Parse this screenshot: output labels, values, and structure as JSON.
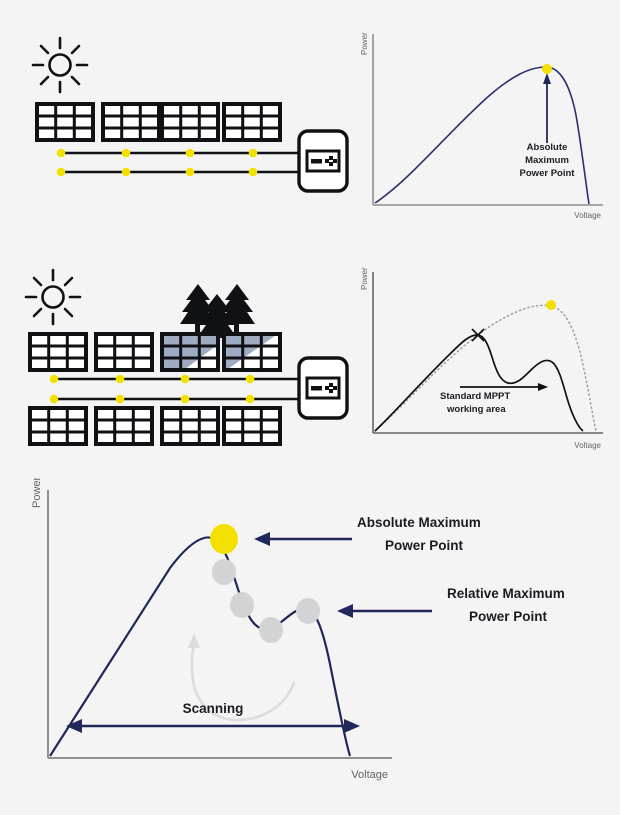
{
  "meta": {
    "background": "#f4f4f5",
    "accent_yellow": "#f2e100",
    "navy": "#22275b",
    "black": "#101114",
    "gray_dot": "#d2d3d5",
    "gray_axis": "#8e9094",
    "shade_blue": "#8e9cb6"
  },
  "panels": [
    {
      "id": "panel-uniform-irradiance",
      "icons": {
        "sun": "sun-icon",
        "trees": null
      },
      "module_rows": 2,
      "modules_per_row": 4,
      "module_cells": {
        "cols": 3,
        "rows": 3
      },
      "shaded_modules": [],
      "string_dots_per_line": 4,
      "string_lines": 2,
      "inverter": {
        "label": "inverter-icon",
        "display": "display-icon"
      }
    },
    {
      "id": "panel-partial-shading",
      "icons": {
        "sun": "sun-icon",
        "trees": "trees-icon"
      },
      "module_rows": 2,
      "modules_per_row": 4,
      "module_cells": {
        "cols": 3,
        "rows": 3
      },
      "shaded_modules": [
        3,
        4
      ],
      "string_dots_per_line": 4,
      "string_lines": 2,
      "inverter": {
        "label": "inverter-icon",
        "display": "display-icon"
      }
    }
  ],
  "charts": [
    {
      "id": "chart-uniform",
      "axis": {
        "ylabel": "Power",
        "xlabel": "Voltage"
      },
      "annotations": [
        {
          "id": "absolute-max-1",
          "lines": [
            "Absolute",
            "Maximum",
            "Power Point"
          ]
        }
      ],
      "markers": [
        {
          "type": "yellow-dot",
          "label": "absolute-maximum-power-point"
        }
      ]
    },
    {
      "id": "chart-shaded",
      "axis": {
        "ylabel": "Power",
        "xlabel": "Voltage"
      },
      "annotations": [
        {
          "id": "mppt-area",
          "lines": [
            "Standard MPPT",
            "working area"
          ]
        }
      ],
      "markers": [
        {
          "type": "x-mark",
          "label": "local-maximum-found"
        },
        {
          "type": "yellow-dot",
          "label": "true-absolute-maximum"
        }
      ]
    },
    {
      "id": "chart-scanning",
      "axis": {
        "ylabel": "Power",
        "xlabel": "Voltage"
      },
      "annotations": [
        {
          "id": "absolute-max-2",
          "lines": [
            "Absolute Maximum",
            "Power Point"
          ]
        },
        {
          "id": "relative-max",
          "lines": [
            "Relative Maximum",
            "Power Point"
          ]
        },
        {
          "id": "scanning",
          "lines": [
            "Scanning"
          ]
        }
      ],
      "markers": [
        {
          "type": "yellow-dot",
          "label": "absolute-maximum-power-point"
        },
        {
          "type": "gray-dot",
          "label": "scan-step-1"
        },
        {
          "type": "gray-dot",
          "label": "scan-step-2"
        },
        {
          "type": "gray-dot",
          "label": "scan-step-3"
        },
        {
          "type": "gray-dot",
          "label": "scan-step-4"
        }
      ]
    }
  ],
  "chart_data": [
    {
      "type": "line",
      "id": "chart-uniform",
      "title": "",
      "xlabel": "Voltage",
      "ylabel": "Power",
      "grid": false,
      "legend": null,
      "xlim": [
        0,
        100
      ],
      "ylim": [
        0,
        100
      ],
      "series": [
        {
          "name": "P-V curve (uniform irradiance)",
          "style": "solid",
          "color": "#2b2f72",
          "x": [
            0,
            8,
            18,
            30,
            42,
            54,
            64,
            72,
            78,
            83,
            86,
            89,
            92,
            95,
            97,
            99,
            100
          ],
          "y": [
            0,
            16,
            34,
            54,
            70,
            82,
            89,
            93,
            95,
            96,
            95,
            92,
            85,
            70,
            50,
            25,
            0
          ]
        }
      ],
      "annotations": [
        {
          "text": "Absolute Maximum Power Point",
          "x": 83,
          "y": 96,
          "marker": "yellow-dot"
        }
      ]
    },
    {
      "type": "line",
      "id": "chart-shaded",
      "title": "",
      "xlabel": "Voltage",
      "ylabel": "Power",
      "grid": false,
      "legend": null,
      "xlim": [
        0,
        100
      ],
      "ylim": [
        0,
        100
      ],
      "series": [
        {
          "name": "P-V curve (partial shading)",
          "style": "solid",
          "color": "#101114",
          "x": [
            0,
            12,
            24,
            36,
            46,
            52,
            56,
            60,
            64,
            68,
            72,
            76,
            80,
            84,
            88,
            92,
            96,
            100
          ],
          "y": [
            0,
            16,
            33,
            50,
            61,
            64,
            62,
            54,
            45,
            42,
            45,
            52,
            57,
            58,
            52,
            38,
            20,
            2
          ]
        },
        {
          "name": "Unshaded reference curve",
          "style": "dotted",
          "color": "#9a9c9f",
          "x": [
            0,
            20,
            40,
            55,
            65,
            72,
            78,
            82,
            86,
            90,
            94,
            97,
            100
          ],
          "y": [
            0,
            36,
            63,
            78,
            86,
            90,
            92,
            91,
            87,
            78,
            60,
            35,
            2
          ]
        }
      ],
      "annotations": [
        {
          "text": "Standard MPPT working area",
          "x": 42,
          "y": 28,
          "marker": "arrow-right"
        },
        {
          "text": "local maximum found by MPPT",
          "x": 52,
          "y": 64,
          "marker": "x-mark"
        },
        {
          "text": "true absolute maximum",
          "x": 82,
          "y": 91,
          "marker": "yellow-dot"
        }
      ]
    },
    {
      "type": "line",
      "id": "chart-scanning",
      "title": "",
      "xlabel": "Voltage",
      "ylabel": "Power",
      "grid": false,
      "legend": null,
      "xlim": [
        0,
        100
      ],
      "ylim": [
        0,
        100
      ],
      "series": [
        {
          "name": "P-V curve (scanning)",
          "style": "solid",
          "color": "#22275b",
          "x": [
            0,
            10,
            22,
            34,
            42,
            48,
            52,
            56,
            60,
            64,
            68,
            72,
            76,
            80,
            84,
            88,
            92,
            96,
            100
          ],
          "y": [
            0,
            22,
            46,
            70,
            84,
            92,
            90,
            80,
            68,
            58,
            52,
            50,
            55,
            62,
            64,
            58,
            42,
            22,
            2
          ]
        }
      ],
      "annotations": [
        {
          "text": "Absolute Maximum Power Point",
          "x": 48,
          "y": 92,
          "marker": "yellow-dot"
        },
        {
          "text": "Relative Maximum Power Point",
          "x": 84,
          "y": 64,
          "marker": "gray-dot"
        },
        {
          "text": "Scanning",
          "x": 45,
          "y": 10,
          "marker": "double-arrow"
        }
      ],
      "scan_points": [
        {
          "x": 48,
          "y": 92,
          "color": "#f2e100"
        },
        {
          "x": 56,
          "y": 80,
          "color": "#d2d3d5"
        },
        {
          "x": 64,
          "y": 58,
          "color": "#d2d3d5"
        },
        {
          "x": 72,
          "y": 50,
          "color": "#d2d3d5"
        },
        {
          "x": 84,
          "y": 64,
          "color": "#d2d3d5"
        }
      ]
    }
  ],
  "labels": {
    "power": "Power",
    "voltage": "Voltage",
    "abs_max_l1": "Absolute",
    "abs_max_l2": "Maximum",
    "abs_max_l3": "Power Point",
    "mppt_l1": "Standard MPPT",
    "mppt_l2": "working area",
    "abs_max_big_l1": "Absolute Maximum",
    "abs_max_big_l2": "Power Point",
    "rel_max_l1": "Relative Maximum",
    "rel_max_l2": "Power Point",
    "scanning": "Scanning"
  }
}
